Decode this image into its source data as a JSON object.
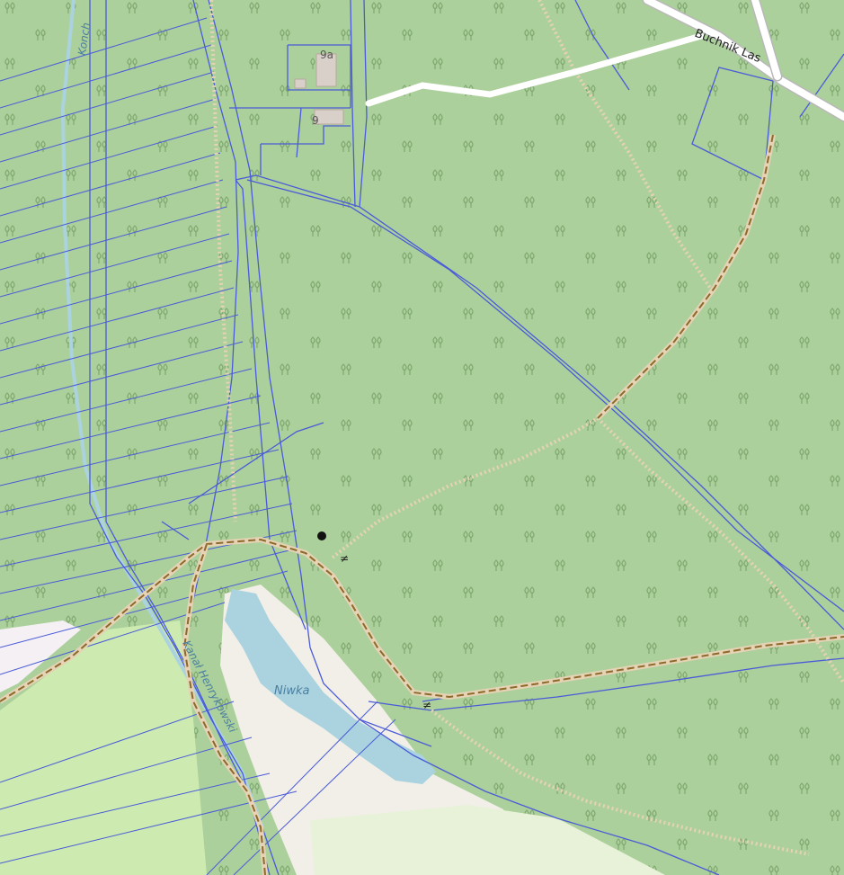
{
  "map": {
    "labels": {
      "road_buchnik": "Buchnik Las",
      "canal_henrykowski": "Kanał Henrykowski",
      "canal_konch": "Konch",
      "lake_nivka": "Niwka",
      "house_9a": "9a",
      "house_9": "9"
    },
    "colors": {
      "forest": "#acd09b",
      "forest_symbol": "#7fa86f",
      "meadow": "#cdebb0",
      "sand": "#f2efe9",
      "water": "#aad3df",
      "cadastral_line": "#4a5bd8",
      "road": "#ffffff",
      "path_brown": "#8b6a2b",
      "footway": "#e6d2b4",
      "building": "#d9d0c9"
    },
    "icons": [
      "tree-icon",
      "bridge-icon",
      "marker-point-icon"
    ]
  }
}
